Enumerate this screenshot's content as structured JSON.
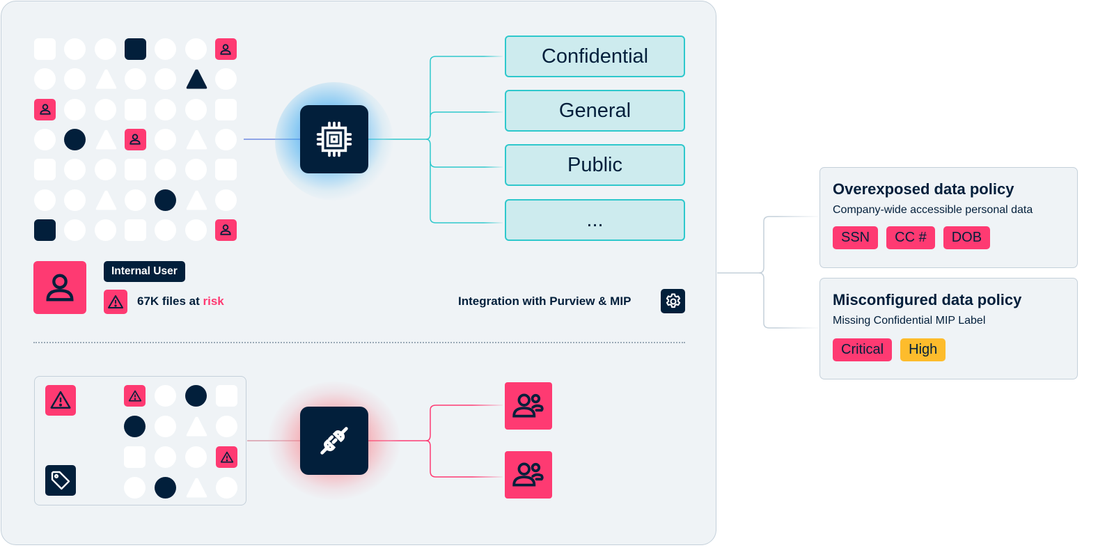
{
  "colors": {
    "navy": "#021f3b",
    "pink": "#fe3a72",
    "teal": "#2ec8cc",
    "teal_fill": "#cdebee",
    "yellow": "#fdbc2c",
    "panel_bg": "#eff3f6",
    "border": "#c4d0da"
  },
  "top_section": {
    "shape_grid": [
      [
        "square",
        "circle",
        "circle",
        "square-dark",
        "circle",
        "circle",
        "user-pink"
      ],
      [
        "circle",
        "circle",
        "triangle",
        "circle",
        "circle",
        "triangle-dark",
        "circle"
      ],
      [
        "user-pink",
        "circle",
        "circle",
        "square",
        "circle",
        "circle",
        "square"
      ],
      [
        "circle",
        "circle-dark",
        "triangle",
        "user-pink",
        "circle",
        "triangle",
        "circle"
      ],
      [
        "square",
        "circle",
        "circle",
        "square",
        "circle",
        "circle",
        "square"
      ],
      [
        "circle",
        "circle",
        "triangle",
        "circle",
        "circle-dark",
        "triangle",
        "circle"
      ],
      [
        "square-dark",
        "circle",
        "circle",
        "square",
        "circle",
        "circle",
        "user-pink"
      ]
    ],
    "user_icon": "user-icon",
    "user_badge": "Internal User",
    "warning_icon": "warning-icon",
    "risk_prefix": "67K files at ",
    "risk_accent": "risk",
    "hub_icon": "cpu-chip-icon",
    "labels": [
      "Confidential",
      "General",
      "Public",
      "..."
    ],
    "integration_text": "Integration with Purview & MIP",
    "integration_icon": "gear-icon"
  },
  "bottom_section": {
    "left_icons": [
      "warning-icon",
      "tag-icon"
    ],
    "shape_grid": [
      [
        "warn-pink",
        "circle",
        "circle-dark",
        "square"
      ],
      [
        "circle-dark",
        "circle",
        "triangle",
        "circle"
      ],
      [
        "square",
        "circle",
        "circle",
        "warn-pink"
      ],
      [
        "circle",
        "circle-dark",
        "triangle",
        "circle"
      ]
    ],
    "hub_icon": "plug-connect-icon",
    "targets": [
      "users-group-icon",
      "users-group-icon"
    ]
  },
  "policies": [
    {
      "title": "Overexposed data policy",
      "description": "Company-wide accessible personal data",
      "tags": [
        {
          "label": "SSN",
          "tone": "pink"
        },
        {
          "label": "CC #",
          "tone": "pink"
        },
        {
          "label": "DOB",
          "tone": "pink"
        }
      ]
    },
    {
      "title": "Misconfigured data policy",
      "description": "Missing Confidential MIP Label",
      "tags": [
        {
          "label": "Critical",
          "tone": "pink"
        },
        {
          "label": "High",
          "tone": "yellow"
        }
      ]
    }
  ]
}
